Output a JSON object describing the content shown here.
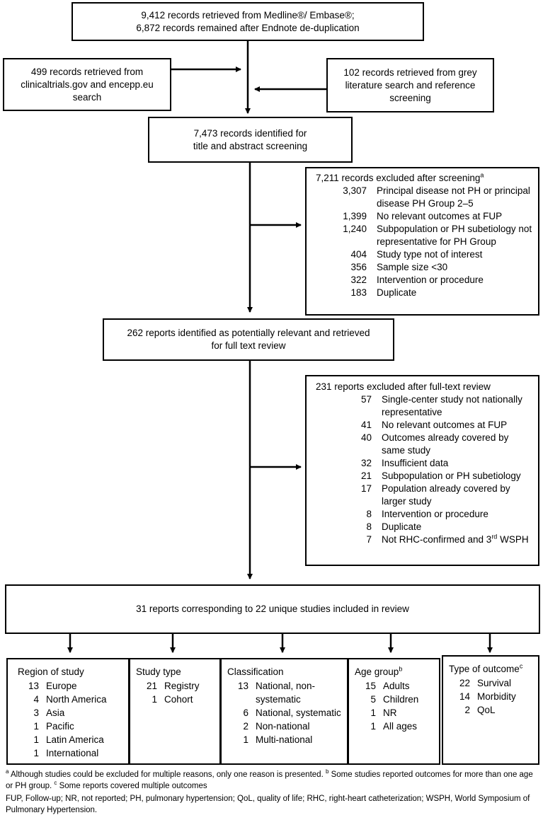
{
  "top_box": {
    "line1": "9,412 records retrieved from Medline®/ Embase®;",
    "line2": "6,872 records remained after Endnote de-duplication"
  },
  "left_box": {
    "line1": "499 records retrieved from",
    "line2": "clinicaltrials.gov and encepp.eu",
    "line3": "search"
  },
  "right_box": {
    "line1": "102 records retrieved from grey",
    "line2": "literature search and reference",
    "line3": "screening"
  },
  "identified_box": {
    "line1": "7,473 records identified for",
    "line2": "title and abstract screening"
  },
  "excluded_screening": {
    "title": "7,211 records excluded after screening",
    "title_sup": "a",
    "rows": [
      {
        "n": "3,307",
        "t": "Principal disease not PH or principal disease PH Group 2–5"
      },
      {
        "n": "1,399",
        "t": "No relevant outcomes at FUP"
      },
      {
        "n": "1,240",
        "t": "Subpopulation or PH subetiology not representative for PH Group"
      },
      {
        "n": "404",
        "t": "Study type not of interest"
      },
      {
        "n": "356",
        "t": "Sample size <30"
      },
      {
        "n": "322",
        "t": "Intervention or procedure"
      },
      {
        "n": "183",
        "t": "Duplicate"
      }
    ]
  },
  "relevant_box": {
    "line1": "262 reports identified as potentially relevant and retrieved",
    "line2": "for full text review"
  },
  "excluded_fulltext": {
    "title": "231 reports excluded after full-text review",
    "rows": [
      {
        "n": "57",
        "t": "Single-center study not nationally representative"
      },
      {
        "n": "41",
        "t": "No relevant outcomes at FUP"
      },
      {
        "n": "40",
        "t": "Outcomes already covered by same study"
      },
      {
        "n": "32",
        "t": "Insufficient data"
      },
      {
        "n": "21",
        "t": "Subpopulation or PH subetiology"
      },
      {
        "n": "17",
        "t": "Population already covered by larger study"
      },
      {
        "n": "8",
        "t": "Intervention or procedure"
      },
      {
        "n": "8",
        "t": "Duplicate"
      },
      {
        "n": "7",
        "t_pre": "Not RHC-confirmed and 3",
        "t_sup": "rd",
        "t_post": " WSPH"
      }
    ]
  },
  "included_box": {
    "text": "31 reports corresponding to 22 unique studies included in review"
  },
  "categories": {
    "region": {
      "title": "Region of study",
      "rows": [
        {
          "n": "13",
          "t": "Europe"
        },
        {
          "n": "4",
          "t": "North America"
        },
        {
          "n": "3",
          "t": "Asia"
        },
        {
          "n": "1",
          "t": "Pacific"
        },
        {
          "n": "1",
          "t": "Latin America"
        },
        {
          "n": "1",
          "t": "International"
        }
      ]
    },
    "study_type": {
      "title": "Study type",
      "rows": [
        {
          "n": "21",
          "t": "Registry"
        },
        {
          "n": "1",
          "t": "Cohort"
        }
      ]
    },
    "classification": {
      "title": "Classification",
      "rows": [
        {
          "n": "13",
          "t": "National, non-systematic"
        },
        {
          "n": "6",
          "t": "National, systematic"
        },
        {
          "n": "2",
          "t": "Non-national"
        },
        {
          "n": "1",
          "t": "Multi-national"
        }
      ]
    },
    "age_group": {
      "title": "Age group",
      "title_sup": "b",
      "rows": [
        {
          "n": "15",
          "t": "Adults"
        },
        {
          "n": "5",
          "t": "Children"
        },
        {
          "n": "1",
          "t": "NR"
        },
        {
          "n": "1",
          "t": "All ages"
        }
      ]
    },
    "outcome": {
      "title": "Type of outcome",
      "title_sup": "c",
      "rows": [
        {
          "n": "22",
          "t": "Survival"
        },
        {
          "n": "14",
          "t": "Morbidity"
        },
        {
          "n": "2",
          "t": "QoL"
        }
      ]
    }
  },
  "footnotes": {
    "a_mark": "a",
    "a_text": " Although studies could be excluded for multiple reasons, only one reason is presented. ",
    "b_mark": "b",
    "b_text": " Some studies reported outcomes for more than one age or PH group. ",
    "c_mark": "c",
    "c_text": " Some reports covered multiple outcomes",
    "abbreviations": "FUP, Follow-up; NR, not reported; PH, pulmonary hypertension; QoL, quality of life; RHC, right-heart catheterization; WSPH, World Symposium of Pulmonary Hypertension."
  }
}
